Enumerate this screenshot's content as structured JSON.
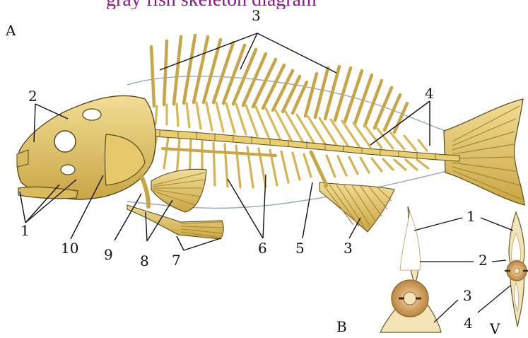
{
  "header": {
    "title_fragment": "gray fish skeleton diagram",
    "title_color": "#8b1a8b"
  },
  "panels": {
    "main": "A",
    "vertebra_front": "B",
    "vertebra_side": "V"
  },
  "labels": {
    "a1": "1",
    "a2": "2",
    "a3_top": "3",
    "a4": "4",
    "a3_anal": "3",
    "a5": "5",
    "a6": "6",
    "a7": "7",
    "a8": "8",
    "a9": "9",
    "a10": "10",
    "b1": "1",
    "b2": "2",
    "b3": "3",
    "b4": "4"
  },
  "colors": {
    "bone": "#e2c660",
    "bone_light": "#f1dd94",
    "bone_dark": "#a9862c",
    "outline": "#5a4a1e",
    "body_outline": "#9aa6c4",
    "leader_line": "#111111",
    "vertebra_fill": "#f3e5b8",
    "vertebra_body": "#c99a55"
  },
  "icons": {
    "skeleton": "fish-skeleton-icon",
    "vertebra": "vertebra-icon"
  }
}
